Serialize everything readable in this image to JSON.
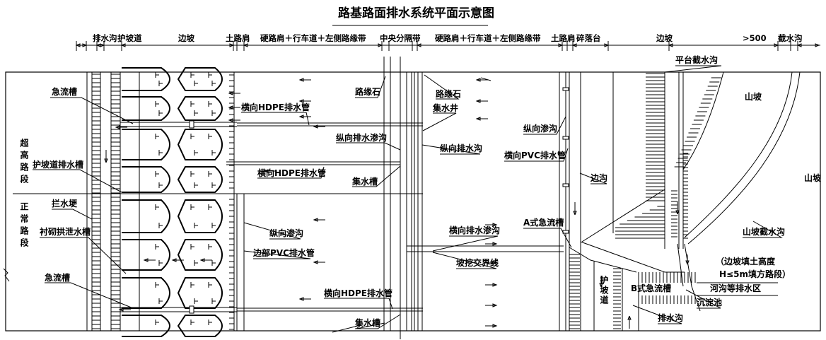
{
  "title": "路基路面排水系统平面示意图",
  "header_dims": [
    "排水沟",
    "护坡道",
    "边坡",
    "土路肩",
    "硬路肩＋行车道＋左侧路缘带",
    "中央分隔带",
    "硬路肩＋行车道＋左侧路缘带",
    "土路肩",
    "碎落台",
    "边坡",
    ">500",
    "截水沟"
  ],
  "sections": {
    "superelevation": "超高路段",
    "normal": "正常路段"
  },
  "labels": {
    "chute_top": "急流槽",
    "hdpe_pipe_1": "横向HDPE排水管",
    "curb_left": "路缘石",
    "long_drain_seep": "纵向排水渗沟",
    "berm_drain": "护坡道排水槽",
    "hdpe_pipe_2": "横向HDPE排水管",
    "collector_1": "集水槽",
    "water_ridge": "拦水埂",
    "lined_arch": "衬砌拱泄水槽",
    "long_seep_left": "纵向渗沟",
    "edge_pvc": "边部PVC排水管",
    "chute_bottom": "急流槽",
    "hdpe_pipe_3": "横向HDPE排水管",
    "collector_2": "集水槽",
    "curb_right": "路缘石",
    "catch_well": "集水井",
    "long_seep_right": "纵向渗沟",
    "long_drain_ditch": "纵向排水沟",
    "trans_pvc": "横向PVC排水管",
    "side_ditch": "边沟",
    "chute_a": "A式急流槽",
    "trans_seep": "横向排水渗沟",
    "cut_fill_line": "坡挖交界线",
    "berm": "护坡道",
    "chute_b": "B式急流槽",
    "river_area": "河沟等排水区",
    "settling_tank": "沉淀池",
    "drain_ditch": "排水沟",
    "hillside_1": "山坡",
    "hillside_2": "山坡",
    "hill_intercept": "山坡截水沟",
    "platform_intercept": "平台截水沟",
    "note_line1": "（边坡填土高度",
    "note_line2": "H≤5m填方路段）"
  }
}
